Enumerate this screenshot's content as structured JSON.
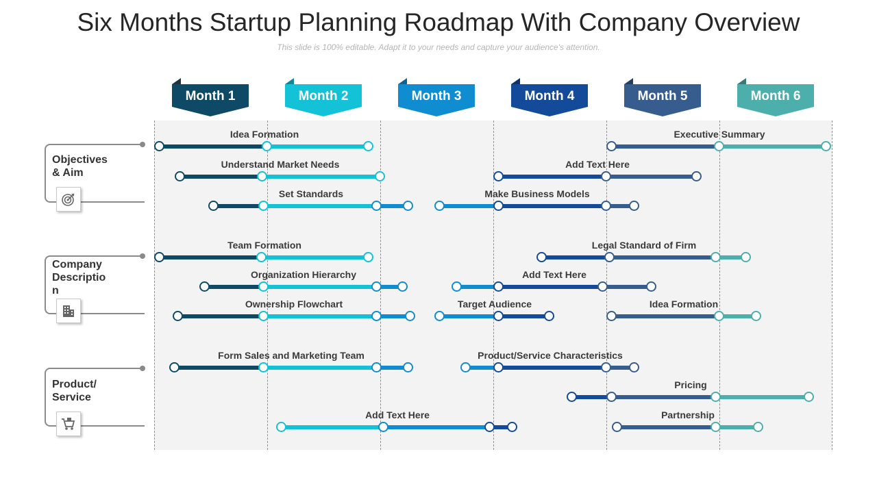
{
  "title": "Six Months Startup Planning Roadmap With Company Overview",
  "subtitle": "This slide is 100% editable. Adapt it to your needs and capture your audience's attention.",
  "colors": {
    "navy": "#0e4a66",
    "cyan": "#13c2d6",
    "blue": "#0f8dd0",
    "darkblue": "#134a99",
    "slate": "#365d8d",
    "teal": "#4cafac",
    "grid": "#f3f3f3"
  },
  "months": [
    {
      "label": "Month 1",
      "color": "#0e4a66",
      "shade": "#1f3440"
    },
    {
      "label": "Month 2",
      "color": "#13c2d6",
      "shade": "#0d8896"
    },
    {
      "label": "Month 3",
      "color": "#0f8dd0",
      "shade": "#0b6596"
    },
    {
      "label": "Month 4",
      "color": "#134a99",
      "shade": "#0d3369"
    },
    {
      "label": "Month 5",
      "color": "#365d8d",
      "shade": "#243f61"
    },
    {
      "label": "Month 6",
      "color": "#4cafac",
      "shade": "#347a78"
    }
  ],
  "categories": [
    {
      "label": "Objectives & Aim",
      "icon": "target-icon"
    },
    {
      "label": "Company Descriptio n",
      "icon": "building-icon"
    },
    {
      "label": "Product/ Service",
      "icon": "cart-icon"
    }
  ],
  "tasks": [
    {
      "label": "Idea Formation",
      "segments": [
        {
          "start": 0.05,
          "end": 1.0,
          "color": "navy"
        },
        {
          "start": 1.0,
          "end": 1.9,
          "color": "cyan"
        }
      ]
    },
    {
      "label": "Understand Market Needs",
      "segments": [
        {
          "start": 0.23,
          "end": 0.96,
          "color": "navy"
        },
        {
          "start": 0.96,
          "end": 2.0,
          "color": "cyan"
        }
      ]
    },
    {
      "label": "Set Standards",
      "segments": [
        {
          "start": 0.53,
          "end": 0.97,
          "color": "navy"
        },
        {
          "start": 0.97,
          "end": 1.97,
          "color": "cyan"
        },
        {
          "start": 1.97,
          "end": 2.25,
          "color": "blue"
        }
      ]
    },
    {
      "label": "Executive Summary",
      "segments": [
        {
          "start": 4.05,
          "end": 5.0,
          "color": "slate"
        },
        {
          "start": 5.0,
          "end": 5.95,
          "color": "teal"
        }
      ]
    },
    {
      "label": "Add  Text Here",
      "segments": [
        {
          "start": 3.05,
          "end": 4.0,
          "color": "darkblue"
        },
        {
          "start": 4.0,
          "end": 4.8,
          "color": "slate"
        }
      ]
    },
    {
      "label": "Make Business Models",
      "segments": [
        {
          "start": 2.53,
          "end": 3.05,
          "color": "blue"
        },
        {
          "start": 3.05,
          "end": 4.0,
          "color": "darkblue"
        },
        {
          "start": 4.0,
          "end": 4.25,
          "color": "slate"
        }
      ]
    },
    {
      "label": "Team Formation",
      "segments": [
        {
          "start": 0.05,
          "end": 0.95,
          "color": "navy"
        },
        {
          "start": 0.95,
          "end": 1.9,
          "color": "cyan"
        }
      ]
    },
    {
      "label": "Organization Hierarchy",
      "segments": [
        {
          "start": 0.45,
          "end": 0.97,
          "color": "navy"
        },
        {
          "start": 0.97,
          "end": 1.97,
          "color": "cyan"
        },
        {
          "start": 1.97,
          "end": 2.2,
          "color": "blue"
        }
      ]
    },
    {
      "label": "Ownership Flowchart",
      "segments": [
        {
          "start": 0.21,
          "end": 0.97,
          "color": "navy"
        },
        {
          "start": 0.97,
          "end": 1.97,
          "color": "cyan"
        },
        {
          "start": 1.97,
          "end": 2.27,
          "color": "blue"
        }
      ]
    },
    {
      "label": "Legal Standard of Firm",
      "segments": [
        {
          "start": 3.43,
          "end": 4.03,
          "color": "darkblue"
        },
        {
          "start": 4.03,
          "end": 4.97,
          "color": "slate"
        },
        {
          "start": 4.97,
          "end": 5.24,
          "color": "teal"
        }
      ]
    },
    {
      "label": "Add  Text Here",
      "segments": [
        {
          "start": 2.68,
          "end": 3.05,
          "color": "blue"
        },
        {
          "start": 3.05,
          "end": 3.97,
          "color": "darkblue"
        },
        {
          "start": 3.97,
          "end": 4.4,
          "color": "slate"
        }
      ]
    },
    {
      "label": "Target Audience",
      "segments": [
        {
          "start": 2.53,
          "end": 3.05,
          "color": "blue"
        },
        {
          "start": 3.05,
          "end": 3.5,
          "color": "darkblue"
        }
      ]
    },
    {
      "label": "Idea Formation",
      "segments": [
        {
          "start": 4.05,
          "end": 5.0,
          "color": "slate"
        },
        {
          "start": 5.0,
          "end": 5.33,
          "color": "teal"
        }
      ]
    },
    {
      "label": "Form  Sales and Marketing Team",
      "segments": [
        {
          "start": 0.18,
          "end": 0.97,
          "color": "navy"
        },
        {
          "start": 0.97,
          "end": 1.97,
          "color": "cyan"
        },
        {
          "start": 1.97,
          "end": 2.25,
          "color": "blue"
        }
      ]
    },
    {
      "label": "Product/Service Characteristics",
      "segments": [
        {
          "start": 2.76,
          "end": 3.05,
          "color": "blue"
        },
        {
          "start": 3.05,
          "end": 4.0,
          "color": "darkblue"
        },
        {
          "start": 4.0,
          "end": 4.25,
          "color": "slate"
        }
      ]
    },
    {
      "label": "Pricing",
      "segments": [
        {
          "start": 3.7,
          "end": 4.05,
          "color": "darkblue"
        },
        {
          "start": 4.05,
          "end": 4.97,
          "color": "slate"
        },
        {
          "start": 4.97,
          "end": 5.8,
          "color": "teal"
        }
      ]
    },
    {
      "label": "Add  Text Here",
      "segments": [
        {
          "start": 1.13,
          "end": 2.03,
          "color": "cyan"
        },
        {
          "start": 2.03,
          "end": 2.97,
          "color": "blue"
        },
        {
          "start": 2.97,
          "end": 3.17,
          "color": "darkblue"
        }
      ]
    },
    {
      "label": "Partnership",
      "segments": [
        {
          "start": 4.1,
          "end": 4.97,
          "color": "slate"
        },
        {
          "start": 4.97,
          "end": 5.35,
          "color": "teal"
        }
      ]
    }
  ]
}
